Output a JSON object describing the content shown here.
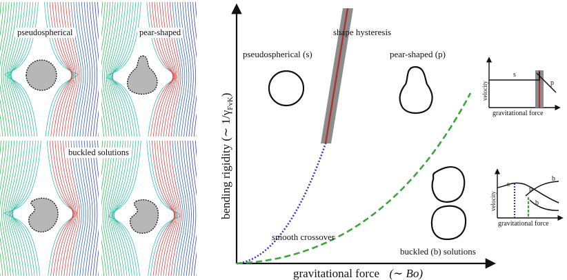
{
  "panels": {
    "top_left": "pseudospherical",
    "top_right": "pear-shaped",
    "bottom": "buckled solutions"
  },
  "diagram": {
    "x_axis_label": "gravitational force",
    "x_axis_unit": "(∼ Bo)",
    "y_axis_label": "bending rigidity (∼ 1/γ",
    "y_axis_sub": "FvK",
    "y_axis_close": ")",
    "label_pseudospherical": "pseudospherical (s)",
    "label_pear": "pear-shaped (p)",
    "label_hysteresis": "shape hysteresis",
    "label_crossover": "smooth crossover",
    "label_buckled": "buckled (b) solutions"
  },
  "inset_top": {
    "y_label": "velocity",
    "x_label": "gravitational force",
    "label_s": "s",
    "label_p": "p"
  },
  "inset_bottom": {
    "y_label": "velocity",
    "x_label": "gravitational force",
    "label_s": "s",
    "label_p": "p",
    "label_b1": "b",
    "label_b2": "b"
  },
  "colors": {
    "hysteresis_band": "#8c8c8c",
    "hysteresis_line": "#b03030",
    "crossover_line": "#3b35c9",
    "buckled_line": "#3aa53a",
    "body_fill": "#b7b7b7"
  }
}
